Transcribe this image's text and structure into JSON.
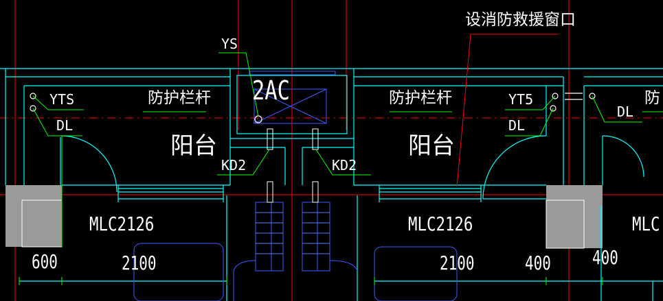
{
  "colors": {
    "background": "#000000",
    "wall": "#00ffff",
    "detail": "#0000ff",
    "axis": "#ff0000",
    "leader": "#00ff00",
    "fill": "#9a9a9a",
    "text": "#ffffff"
  },
  "labels": {
    "rescue_window": "设消防救援窗口",
    "ys": "YS",
    "ac": "2AC",
    "guardrail_left": "防护栏杆",
    "guardrail_right": "防护栏杆",
    "guardrail_edge": "防",
    "yts_left": "YTS",
    "yts_right": "YT5",
    "dl_left": "DL",
    "dl_right": "DL",
    "dl_far": "DL",
    "balcony_left": "阳台",
    "balcony_right": "阳台",
    "kd2_left": "KD2",
    "kd2_right": "KD2",
    "mlc_left": "MLC2126",
    "mlc_right": "MLC2126",
    "mlc_far": "MLC",
    "dim_600": "600",
    "dim_2100_left": "2100",
    "dim_2100_right": "2100",
    "dim_400_a": "400",
    "dim_400_b": "400"
  }
}
